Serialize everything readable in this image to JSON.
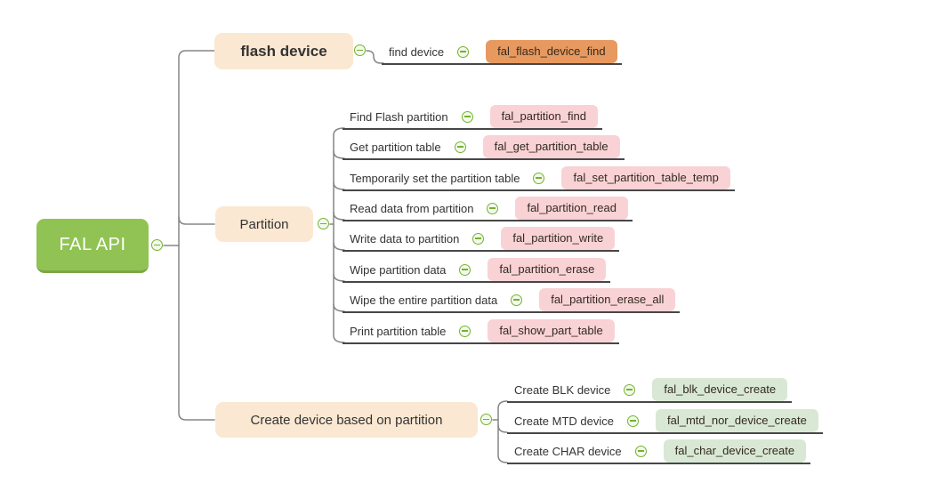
{
  "root": {
    "label": "FAL API"
  },
  "branches": [
    {
      "label": "flash device",
      "children": [
        {
          "label": "find device",
          "api": "fal_flash_device_find"
        }
      ]
    },
    {
      "label": "Partition",
      "children": [
        {
          "label": "Find Flash partition",
          "api": "fal_partition_find"
        },
        {
          "label": "Get partition table",
          "api": "fal_get_partition_table"
        },
        {
          "label": "Temporarily set the partition table",
          "api": "fal_set_partition_table_temp"
        },
        {
          "label": "Read data from partition",
          "api": "fal_partition_read"
        },
        {
          "label": "Write data to partition",
          "api": "fal_partition_write"
        },
        {
          "label": "Wipe partition data",
          "api": "fal_partition_erase"
        },
        {
          "label": "Wipe the entire partition data",
          "api": "fal_partition_erase_all"
        },
        {
          "label": "Print partition table",
          "api": "fal_show_part_table"
        }
      ]
    },
    {
      "label": "Create device based on partition",
      "children": [
        {
          "label": "Create BLK device",
          "api": "fal_blk_device_create"
        },
        {
          "label": "Create MTD device",
          "api": "fal_mtd_nor_device_create"
        },
        {
          "label": "Create CHAR device",
          "api": "fal_char_device_create"
        }
      ]
    }
  ],
  "colors": {
    "root_bg": "#90C353",
    "branch_bg": "#FBE8D2",
    "api_flash_bg": "#E8995F",
    "api_partition_bg": "#F9D2D6",
    "api_create_bg": "#D9E8D4",
    "connector": "#858585",
    "underline": "#474747",
    "collapse_icon": "#74B32E"
  }
}
